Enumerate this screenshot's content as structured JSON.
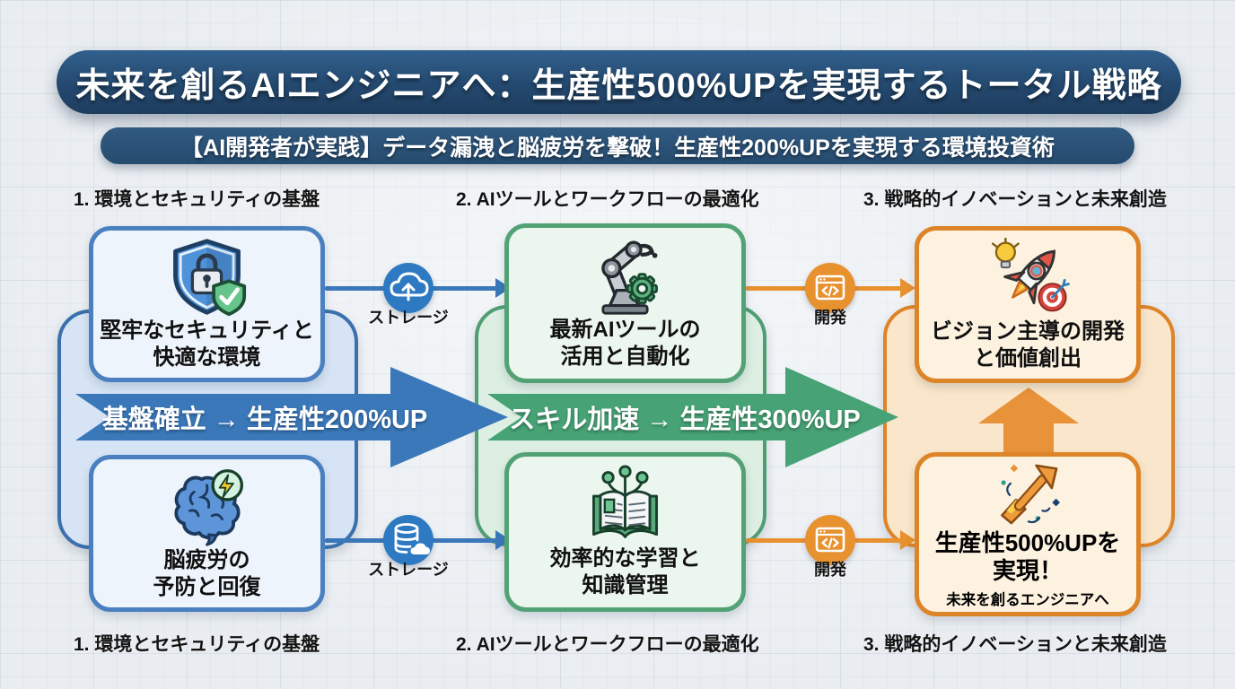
{
  "title": "未来を創るAIエンジニアへ：生産性500%UPを実現するトータル戦略",
  "subtitle": "【AI開発者が実践】データ漏洩と脳疲労を撃破！生産性200%UPを実現する環境投資術",
  "columns": {
    "labels": [
      "1. 環境とセキュリティの基盤",
      "2. AIツールとワークフローの最適化",
      "3. 戦略的イノベーションと未来創造"
    ]
  },
  "boxes": {
    "security": {
      "line1": "堅牢なセキュリティと",
      "line2": "快適な環境",
      "icon": "shield-lock-check-icon"
    },
    "brain": {
      "line1": "脳疲労の",
      "line2": "予防と回復",
      "icon": "brain-energy-icon"
    },
    "ai_tools": {
      "line1": "最新AIツールの",
      "line2": "活用と自動化",
      "icon": "robot-arm-gear-icon"
    },
    "learning": {
      "line1": "効率的な学習と",
      "line2": "知識管理",
      "icon": "book-network-icon"
    },
    "vision": {
      "line1": "ビジョン主導の開発",
      "line2": "と価値創出",
      "icon": "rocket-idea-target-icon"
    },
    "result": {
      "line1": "生産性500%UPを",
      "line2": "実現！",
      "line3": "未来を創るエンジニアへ",
      "icon": "growth-firework-arrow-icon"
    }
  },
  "arrows": {
    "stage1": "基盤確立 → 生産性200%UP",
    "stage2": "スキル加速 → 生産性300%UP"
  },
  "connectors": {
    "storage_top": "ストレージ",
    "storage_bottom": "ストレージ",
    "dev_top": "開発",
    "dev_bottom": "開発"
  },
  "colors": {
    "banner_navy": "#24496f",
    "blue": "#3a78ba",
    "green": "#47a376",
    "orange": "#e8923a",
    "circle_blue": "#2d7ac2",
    "circle_orange": "#e8912f",
    "band_blue_fill": "#d6e4f5",
    "band_green_fill": "#ddefe2",
    "band_orange_fill": "#fae6ca",
    "card_blue_fill": "#eef4fc",
    "card_green_fill": "#ebf6ee",
    "card_orange_fill": "#fdf2e0"
  }
}
